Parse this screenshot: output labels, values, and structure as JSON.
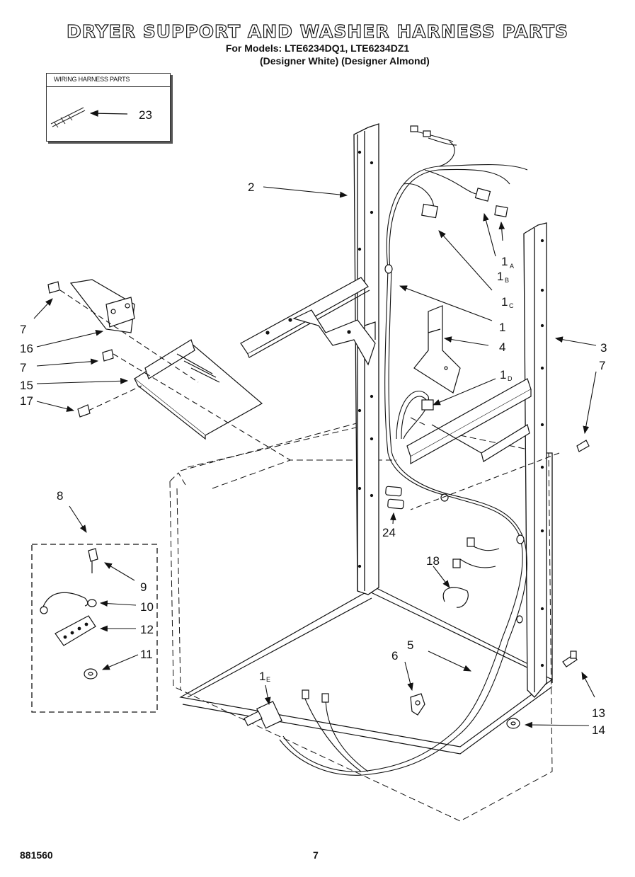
{
  "header": {
    "title": "DRYER SUPPORT AND WASHER HARNESS PARTS",
    "models_line": "For Models: LTE6234DQ1, LTE6234DZ1",
    "designer_line": "(Designer White) (Designer Almond)"
  },
  "inset": {
    "title": "WIRING HARNESS PARTS",
    "callout": "23"
  },
  "callouts": {
    "c2": "2",
    "c1a": "1",
    "c1a_sub": "A",
    "c1b": "1",
    "c1b_sub": "B",
    "c1c": "1",
    "c1c_sub": "C",
    "c1": "1",
    "c4": "4",
    "c1d": "1",
    "c1d_sub": "D",
    "c3": "3",
    "c7r": "7",
    "c7a": "7",
    "c16": "16",
    "c7b": "7",
    "c15": "15",
    "c17": "17",
    "c8": "8",
    "c9": "9",
    "c10": "10",
    "c12": "12",
    "c11": "11",
    "c24": "24",
    "c18": "18",
    "c5": "5",
    "c6": "6",
    "c1e": "1",
    "c1e_sub": "E",
    "c13": "13",
    "c14": "14"
  },
  "footer": {
    "code": "881560",
    "page": "7"
  }
}
